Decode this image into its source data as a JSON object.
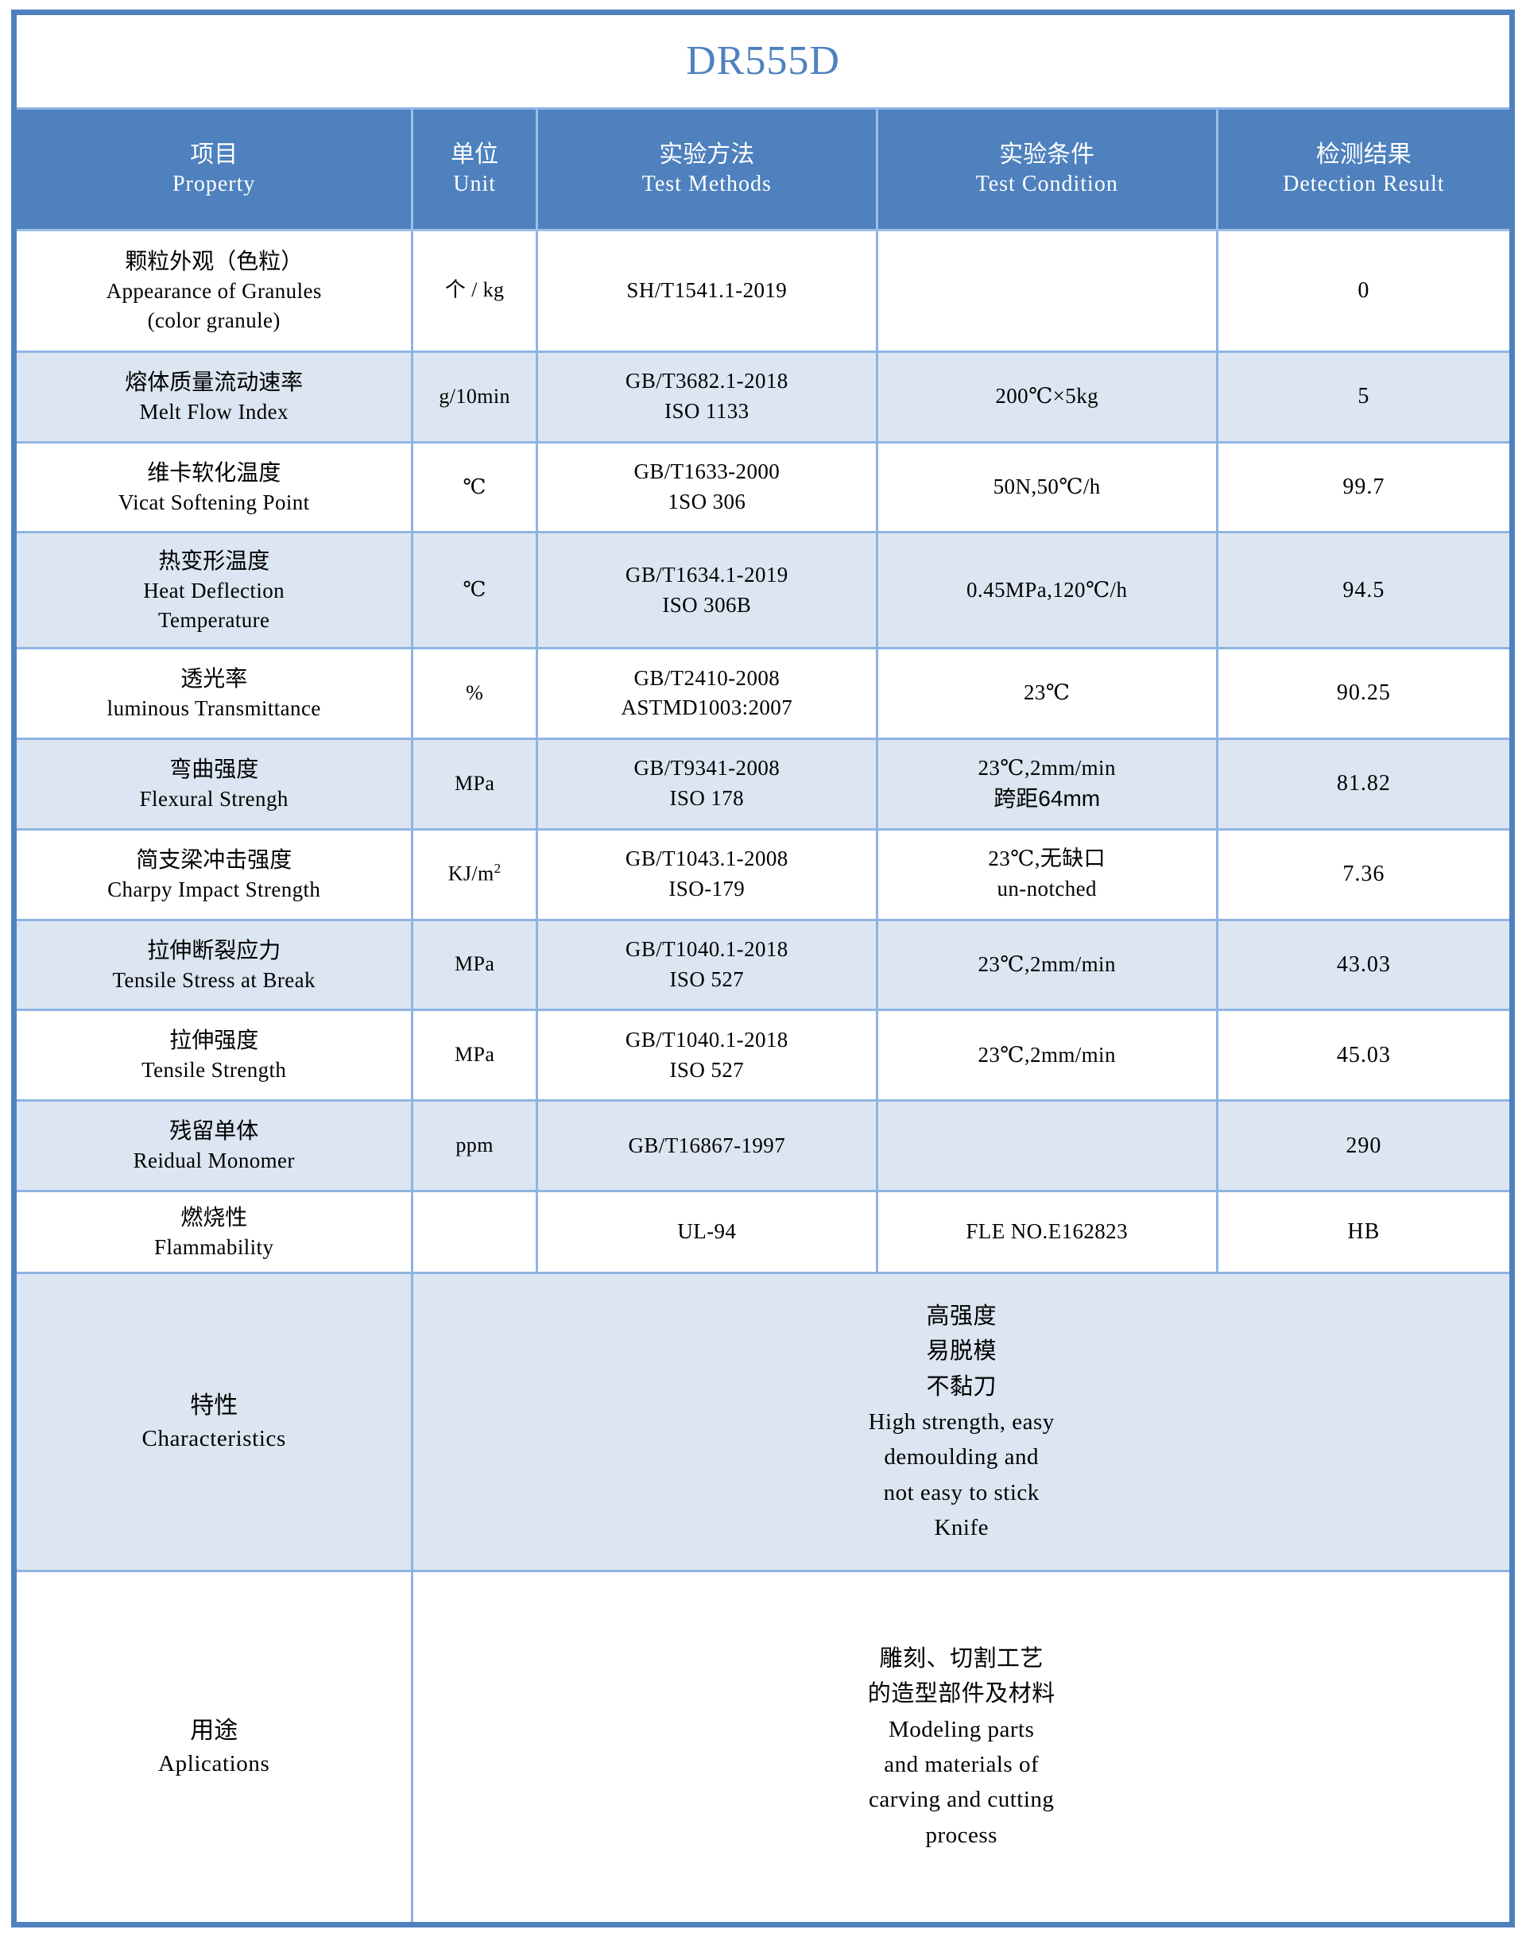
{
  "title": "DR555D",
  "header": {
    "property_cn": "项目",
    "property_en": "Property",
    "unit_cn": "单位",
    "unit_en": "Unit",
    "method_cn": "实验方法",
    "method_en": "Test Methods",
    "condition_cn": "实验条件",
    "condition_en": "Test Condition",
    "result_cn": "检测结果",
    "result_en": "Detection Result"
  },
  "colors": {
    "header_bg": "#4E81BE",
    "band_bg": "#DCE6F2",
    "border_outer": "#4E81BE",
    "border_inner": "#8FB4E3",
    "title_text": "#4E81BE"
  },
  "rows": [
    {
      "property_cn": "颗粒外观（色粒）",
      "property_en": "Appearance of Granules",
      "property_en2": "(color granule)",
      "unit": "个 / kg",
      "method1": "SH/T1541.1-2019",
      "method2": "",
      "condition1": "",
      "condition2": "",
      "result": "0"
    },
    {
      "property_cn": "熔体质量流动速率",
      "property_en": "Melt Flow Index",
      "property_en2": "",
      "unit": "g/10min",
      "method1": "GB/T3682.1-2018",
      "method2": "ISO 1133",
      "condition1": "200℃×5kg",
      "condition2": "",
      "result": "5"
    },
    {
      "property_cn": "维卡软化温度",
      "property_en": "Vicat Softening Point",
      "property_en2": "",
      "unit": "℃",
      "method1": "GB/T1633-2000",
      "method2": "1SO 306",
      "condition1": "50N,50℃/h",
      "condition2": "",
      "result": "99.7"
    },
    {
      "property_cn": "热变形温度",
      "property_en": "Heat Deflection",
      "property_en2": "Temperature",
      "unit": "℃",
      "method1": "GB/T1634.1-2019",
      "method2": "ISO 306B",
      "condition1": "0.45MPa,120℃/h",
      "condition2": "",
      "result": "94.5"
    },
    {
      "property_cn": "透光率",
      "property_en": "luminous Transmittance",
      "property_en2": "",
      "unit": "%",
      "method1": "GB/T2410-2008",
      "method2": "ASTMD1003:2007",
      "condition1": "23℃",
      "condition2": "",
      "result": "90.25"
    },
    {
      "property_cn": "弯曲强度",
      "property_en": "Flexural Strengh",
      "property_en2": "",
      "unit": "MPa",
      "method1": "GB/T9341-2008",
      "method2": "ISO 178",
      "condition1": "23℃,2mm/min",
      "condition2": "跨距64mm",
      "result": "81.82"
    },
    {
      "property_cn": "简支梁冲击强度",
      "property_en": "Charpy Impact Strength",
      "property_en2": "",
      "unit": "KJ/m2",
      "method1": "GB/T1043.1-2008",
      "method2": "ISO-179",
      "condition1": "23℃,无缺口",
      "condition2": "un-notched",
      "result": "7.36"
    },
    {
      "property_cn": "拉伸断裂应力",
      "property_en": "Tensile Stress at Break",
      "property_en2": "",
      "unit": "MPa",
      "method1": "GB/T1040.1-2018",
      "method2": "ISO 527",
      "condition1": "23℃,2mm/min",
      "condition2": "",
      "result": "43.03"
    },
    {
      "property_cn": "拉伸强度",
      "property_en": "Tensile Strength",
      "property_en2": "",
      "unit": "MPa",
      "method1": "GB/T1040.1-2018",
      "method2": "ISO 527",
      "condition1": "23℃,2mm/min",
      "condition2": "",
      "result": "45.03"
    },
    {
      "property_cn": "残留单体",
      "property_en": "Reidual Monomer",
      "property_en2": "",
      "unit": "ppm",
      "method1": "GB/T16867-1997",
      "method2": "",
      "condition1": "",
      "condition2": "",
      "result": "290"
    },
    {
      "property_cn": "燃烧性",
      "property_en": "Flammability",
      "property_en2": "",
      "unit": "",
      "method1": "UL-94",
      "method2": "",
      "condition1": "FLE NO.E162823",
      "condition2": "",
      "result": "HB"
    }
  ],
  "characteristics": {
    "label_cn": "特性",
    "label_en": "Characteristics",
    "lines_cn": [
      "高强度",
      "易脱模",
      "不黏刀"
    ],
    "lines_en": [
      "High strength, easy",
      "demoulding and",
      "not easy to stick",
      "Knife"
    ]
  },
  "applications": {
    "label_cn": "用途",
    "label_en": "Aplications",
    "lines_cn": [
      "雕刻、切割工艺",
      "的造型部件及材料"
    ],
    "lines_en": [
      "Modeling parts",
      "and materials of",
      "carving and cutting",
      "process"
    ]
  }
}
